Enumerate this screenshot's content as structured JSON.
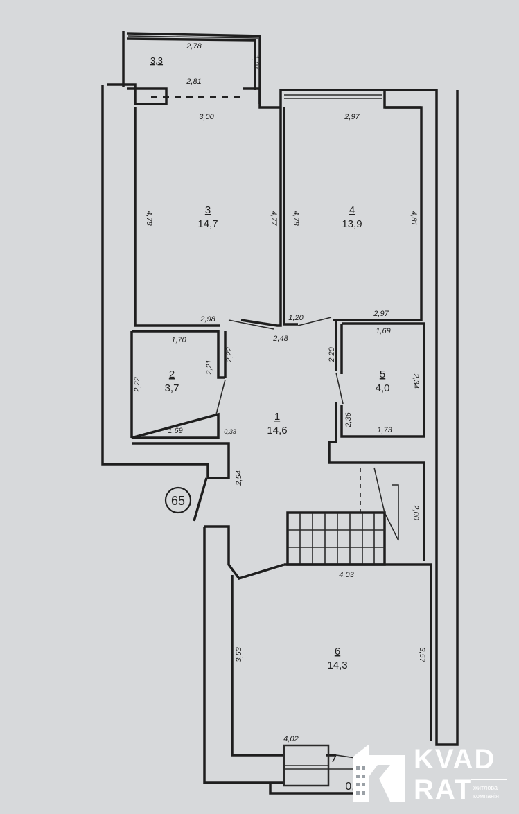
{
  "rooms": [
    {
      "number": "1",
      "area": "14,6"
    },
    {
      "number": "2",
      "area": "3,7"
    },
    {
      "number": "3",
      "area": "14,7"
    },
    {
      "number": "4",
      "area": "13,9"
    },
    {
      "number": "5",
      "area": "4,0"
    },
    {
      "number": "6",
      "area": "14,3"
    }
  ],
  "balcony_area": "3,3",
  "dimensions": {
    "balcony_top": "2,78",
    "balcony_side": "1,04",
    "balcony_inner": "2,81",
    "room3_top": "3,00",
    "room3_left": "4,78",
    "room3_right": "4,77",
    "room3_bottom": "2,98",
    "room4_top": "2,97",
    "room4_left": "4,78",
    "room4_right": "4,81",
    "room4_bottom": "2,97",
    "door_gap": "1,20",
    "corridor_top": "2,48",
    "room2_top": "1,70",
    "room2_left": "2,22",
    "room2_right": "2,21",
    "room2_bottom": "1,69",
    "corridor_left": "2,22",
    "corridor_small": "0,33",
    "corridor_entry": "2,54",
    "room5_top": "1,69",
    "room5_right": "2,34",
    "room5_left": "2,36",
    "room5_bottom": "1,73",
    "corridor_right": "2,20",
    "stairs_side": "2,00",
    "room6_top": "4,03",
    "room6_left": "3,53",
    "room6_right": "3,57",
    "room6_bottom": "4,02",
    "bottom_partial": "0,"
  },
  "apartment_badge": "65",
  "logo": {
    "line1": "KVAD",
    "line2": "RAT",
    "tag1": "житлова",
    "tag2": "компанія"
  },
  "colors": {
    "paper": "#d7d9db",
    "ink": "#1e1e1e",
    "logo": "#ffffff"
  }
}
